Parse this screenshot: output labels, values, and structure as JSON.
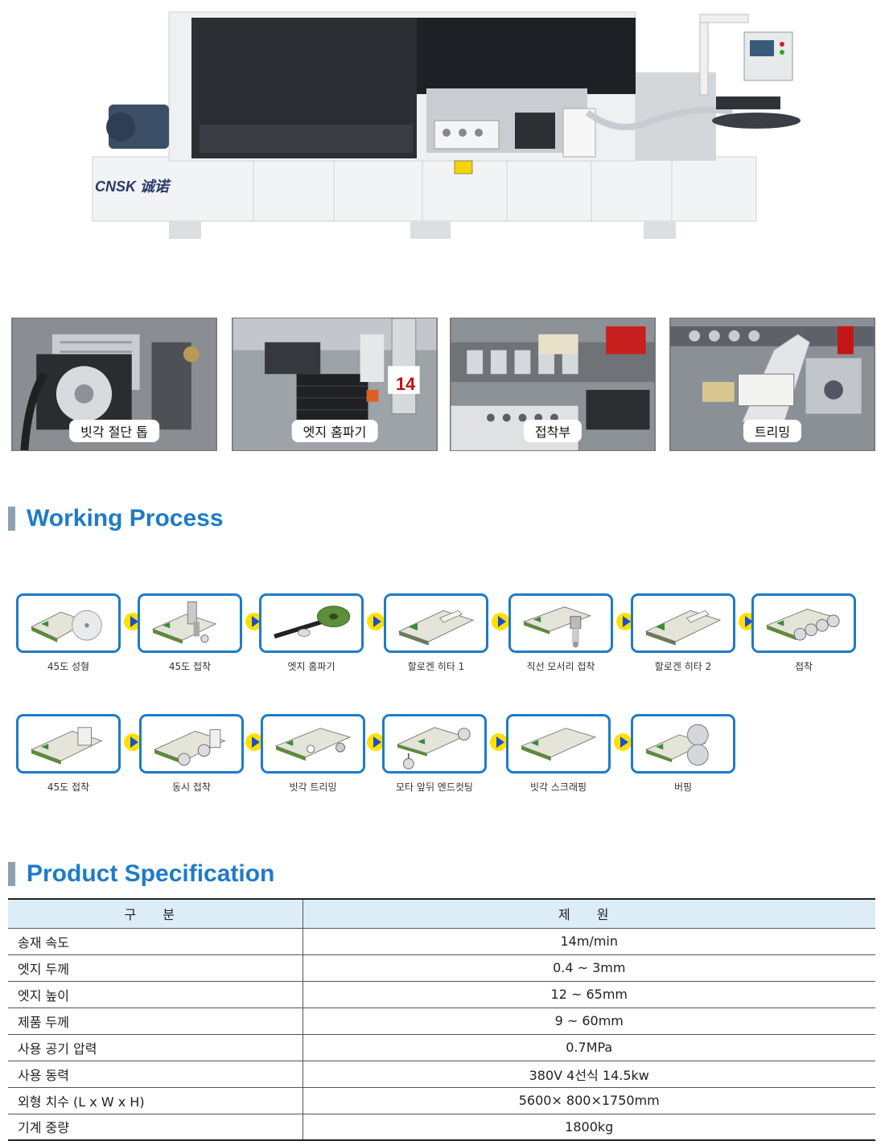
{
  "brand": {
    "logo_text": "CNSK 诚诺"
  },
  "detail_photos": [
    {
      "label": "빗각 절단 톱"
    },
    {
      "label": "엣지 홈파기"
    },
    {
      "label": "접착부"
    },
    {
      "label": "트리밍"
    }
  ],
  "process": {
    "title": "Working Process",
    "steps": [
      {
        "label": "45도 성형"
      },
      {
        "label": "45도 접착"
      },
      {
        "label": "엣지 홈파기"
      },
      {
        "label": "할로겐 히타 1"
      },
      {
        "label": "직선 모서리 접착"
      },
      {
        "label": "할로겐 히타 2"
      },
      {
        "label": "접착"
      },
      {
        "label": "45도 접착"
      },
      {
        "label": "동시 접착"
      },
      {
        "label": "빗각 트리밍"
      },
      {
        "label": "모타 앞뒤 엔드컷팅"
      },
      {
        "label": "빗각 스크래핑"
      },
      {
        "label": "버핑"
      }
    ]
  },
  "spec": {
    "title": "Product Specification",
    "header_key": "구 분",
    "header_value": "제 원",
    "rows": [
      {
        "key": "송재 속도",
        "value": "14m/min"
      },
      {
        "key": "엣지 두께",
        "value": "0.4 ~ 3mm"
      },
      {
        "key": "엣지 높이",
        "value": "12 ~ 65mm"
      },
      {
        "key": "제품 두께",
        "value": "9 ~ 60mm"
      },
      {
        "key": "사용 공기 압력",
        "value": "0.7MPa"
      },
      {
        "key": "사용 동력",
        "value": "380V 4선식 14.5kw"
      },
      {
        "key": "외형 치수 (L x W x H)",
        "value": "5600× 800×1750mm"
      },
      {
        "key": "기계 중량",
        "value": "1800kg"
      }
    ]
  }
}
